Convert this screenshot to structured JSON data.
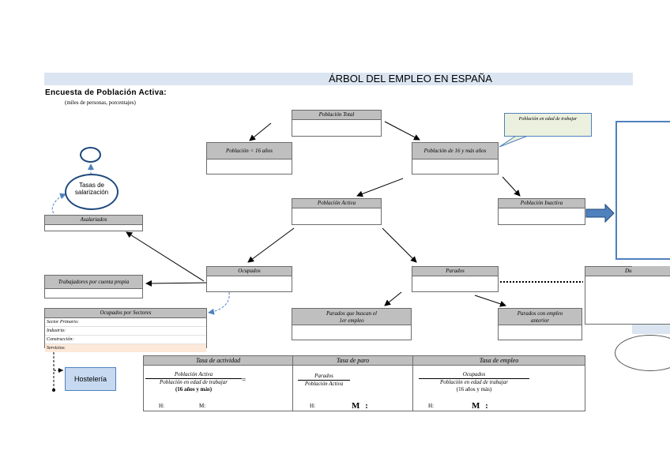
{
  "title": "ÁRBOL DEL EMPLEO EN ESPAÑA",
  "subtitle": "Encuesta de Población Activa:",
  "units": "(miles de personas, porcentajes)",
  "boxes": {
    "poblacion_total": "Población Total",
    "poblacion_menor_16": "Población < 16 años",
    "poblacion_16_mas": "Población de 16 y más años",
    "poblacion_activa": "Población Activa",
    "poblacion_inactiva": "Población Inactiva",
    "ocupados": "Ocupados",
    "parados": "Parados",
    "asalariados": "Asalariados",
    "cuenta_propia": "Trabajadores por cuenta propia",
    "parados_primer_empleo": "Parados que buscan el 1er empleo",
    "parados_empleo_anterior": "Parados con empleo anterior",
    "cut_right_header": "Du"
  },
  "callout_note": "Población en edad de trabajar",
  "tasas_oval": "Tasas de salarización",
  "sectors": {
    "header": "Ocupados por Sectores",
    "rows": [
      "Sector Primario:",
      "Industria:",
      "Construcción:",
      "Servicios:"
    ]
  },
  "hosteleria": "Hostelería",
  "rates": {
    "actividad": {
      "header": "Tasa de actividad",
      "num": "Población Activa",
      "den": "Población en edad de trabajar",
      "extra": "(16 años y más)",
      "eq": "=",
      "h": "H:",
      "m": "M:"
    },
    "paro": {
      "header": "Tasa de paro",
      "num": "Parados",
      "den": "Población Activa",
      "h": "H:",
      "m": "M :"
    },
    "empleo": {
      "header": "Tasa de empleo",
      "num": "Ocupados",
      "den": "Población en edad de trabajar",
      "extra": "(16 años y más)",
      "h": "H:",
      "m": "M :"
    }
  },
  "colors": {
    "header_grey": "#bfbfbf",
    "title_band": "#dbe5f1",
    "accent_blue": "#4f81bd",
    "dark_blue": "#1f497d",
    "note_green": "#ebf1de",
    "services_pink": "#fde9d9",
    "hosteleria_blue": "#c6d9f1"
  }
}
